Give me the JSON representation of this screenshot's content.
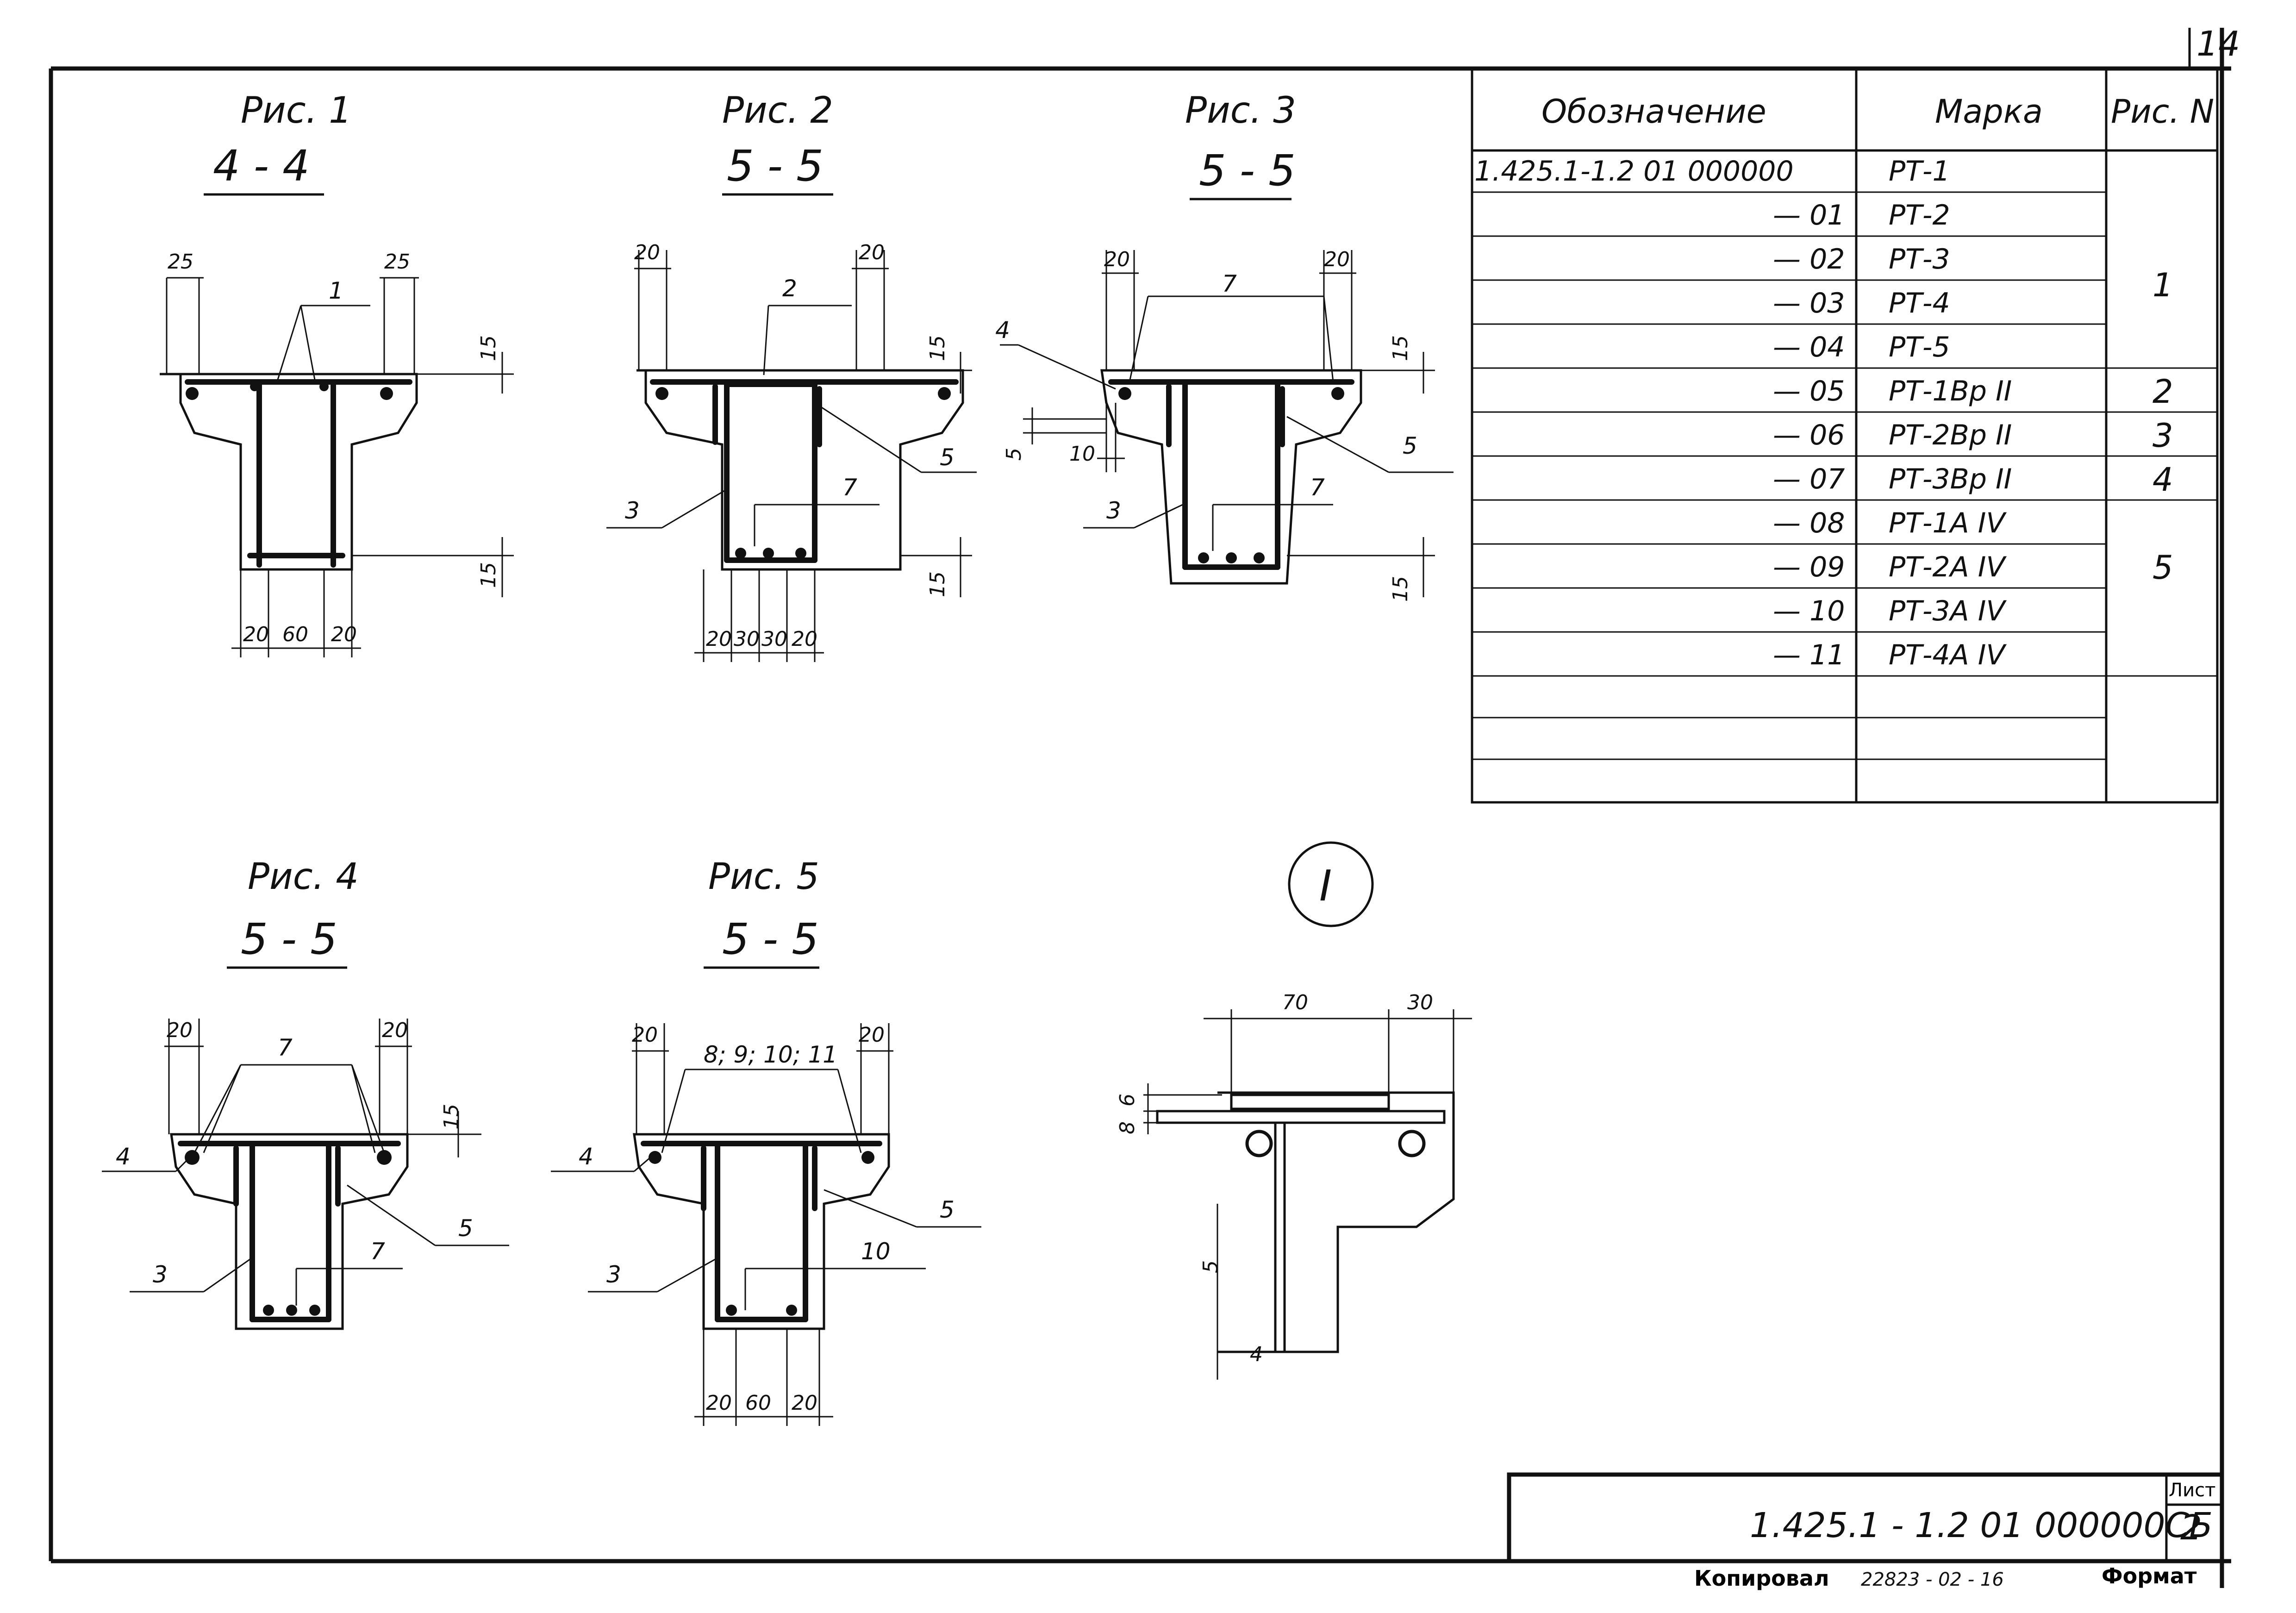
{
  "sheet": {
    "corner_number": "14",
    "code": "1.425.1 - 1.2 01 000000СБ",
    "sheet_label": "Лист",
    "sheet_number": "2",
    "copied_label": "Копировал",
    "copy_number": "22823 - 02 - 16",
    "format_label": "Формат"
  },
  "figures": [
    {
      "caption": "Рис. 1",
      "section": "4 - 4"
    },
    {
      "caption": "Рис. 2",
      "section": "5 - 5"
    },
    {
      "caption": "Рис. 3",
      "section": "5 - 5"
    },
    {
      "caption": "Рис. 4",
      "section": "5 - 5"
    },
    {
      "caption": "Рис. 5",
      "section": "5 - 5"
    }
  ],
  "detail_marker": "I",
  "dims": {
    "f1": {
      "top_left": "25",
      "top_right": "25",
      "top_h": "15",
      "bot_h": "15",
      "bottom": [
        "20",
        "60",
        "20"
      ],
      "lead": "1"
    },
    "f2": {
      "top_left": "20",
      "top_right": "20",
      "top_h": "15",
      "bot_h": "15",
      "bottom": [
        "20",
        "30",
        "30",
        "20"
      ],
      "lead_top": "2",
      "lead_r": "5",
      "lead_l": "3",
      "lead_in": "7"
    },
    "f3": {
      "top_left": "20",
      "top_right": "20",
      "top_h": "15",
      "bot_h": "15",
      "side_h": "5",
      "side_w": "10",
      "lead_top": "7",
      "lead_tl": "4",
      "lead_r": "5",
      "lead_l": "3",
      "lead_in": "7"
    },
    "f4": {
      "top_left": "20",
      "top_right": "20",
      "top_h": "15",
      "lead_top": "7",
      "lead_l": "4",
      "lead_r": "5",
      "lead_bl": "3",
      "lead_in": "7"
    },
    "f5": {
      "top_left": "20",
      "top_right": "20",
      "lead_top": "8; 9; 10; 11",
      "lead_l": "4",
      "lead_r": "5",
      "lead_bl": "3",
      "lead_in": "10",
      "bottom": [
        "20",
        "60",
        "20"
      ]
    },
    "detail": {
      "top_a": "70",
      "top_b": "30",
      "side_a": "8",
      "side_b": "6",
      "vert": "5",
      "base": "4"
    }
  },
  "table": {
    "headers": [
      "Обозначение",
      "Марка",
      "Рис. N"
    ],
    "rows": [
      {
        "code": "1.425.1-1.2  01 000000",
        "mark": "РТ-1"
      },
      {
        "code": "— 01",
        "mark": "РТ-2"
      },
      {
        "code": "— 02",
        "mark": "РТ-3"
      },
      {
        "code": "— 03",
        "mark": "РТ-4"
      },
      {
        "code": "— 04",
        "mark": "РТ-5"
      },
      {
        "code": "— 05",
        "mark": "РТ-1Вр II"
      },
      {
        "code": "— 06",
        "mark": "РТ-2Вр II"
      },
      {
        "code": "— 07",
        "mark": "РТ-3Вр II"
      },
      {
        "code": "— 08",
        "mark": "РТ-1А IV"
      },
      {
        "code": "— 09",
        "mark": "РТ-2А IV"
      },
      {
        "code": "— 10",
        "mark": "РТ-3А IV"
      },
      {
        "code": "— 11",
        "mark": "РТ-4А IV"
      },
      {
        "code": "",
        "mark": ""
      },
      {
        "code": "",
        "mark": ""
      },
      {
        "code": "",
        "mark": ""
      }
    ],
    "fig_groups": [
      "1",
      "2",
      "3",
      "4",
      "5"
    ]
  }
}
